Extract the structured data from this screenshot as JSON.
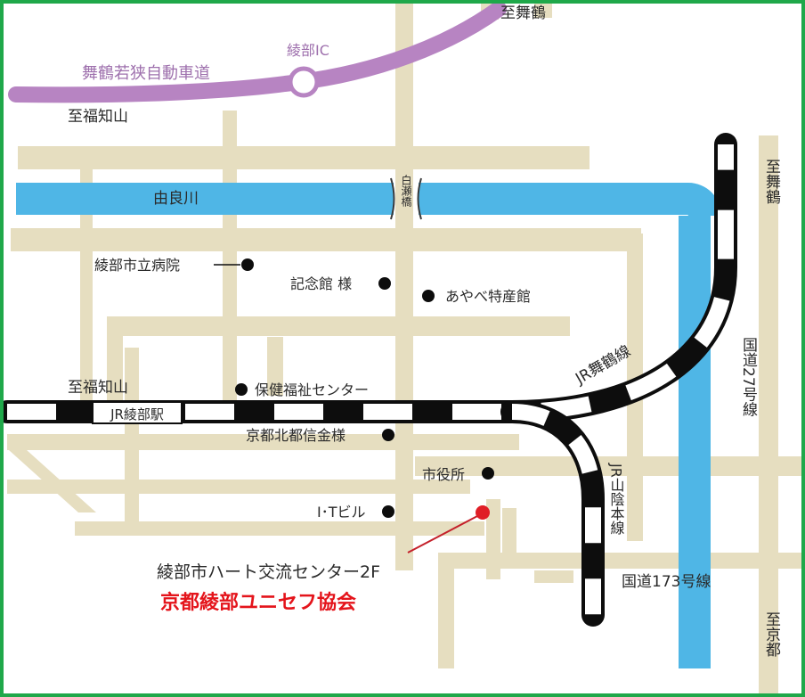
{
  "colors": {
    "frame": "#1fa84a",
    "road": "#e6dec0",
    "river": "#4fb6e6",
    "expressway": "#b784c2",
    "rail": "#0d0d0d",
    "marker": "#e01e26",
    "marker_line": "#c4202a",
    "highlight_text": "#e4141b"
  },
  "labels": {
    "dest_maizuru_top": "至舞鶴",
    "ayabe_ic": "綾部IC",
    "expressway_name": "舞鶴若狭自動車道",
    "dest_fukuchiyama_top": "至福知山",
    "river_name": "由良川",
    "bridge_name": "白瀬橋",
    "dest_maizuru_right": "至舞鶴",
    "dest_fukuchiyama_mid": "至福知山",
    "station_name": "JR綾部駅",
    "jr_maizuru_line": "JR舞鶴線",
    "route27": "国道27号線",
    "jr_sanin_line": "JR山陰本線",
    "route173": "国道173号線",
    "dest_kyoto": "至京都"
  },
  "landmarks": {
    "hospital": "綾部市立病院",
    "kinenkan": "記念館 様",
    "ayabe_shop": "あやべ特産館",
    "hoken_center": "保健福祉センター",
    "bank": "京都北都信金様",
    "city_hall": "市役所",
    "it_building": "I･Tビル"
  },
  "destination": {
    "building": "綾部市ハート交流センター2F",
    "organization": "京都綾部ユニセフ協会"
  }
}
